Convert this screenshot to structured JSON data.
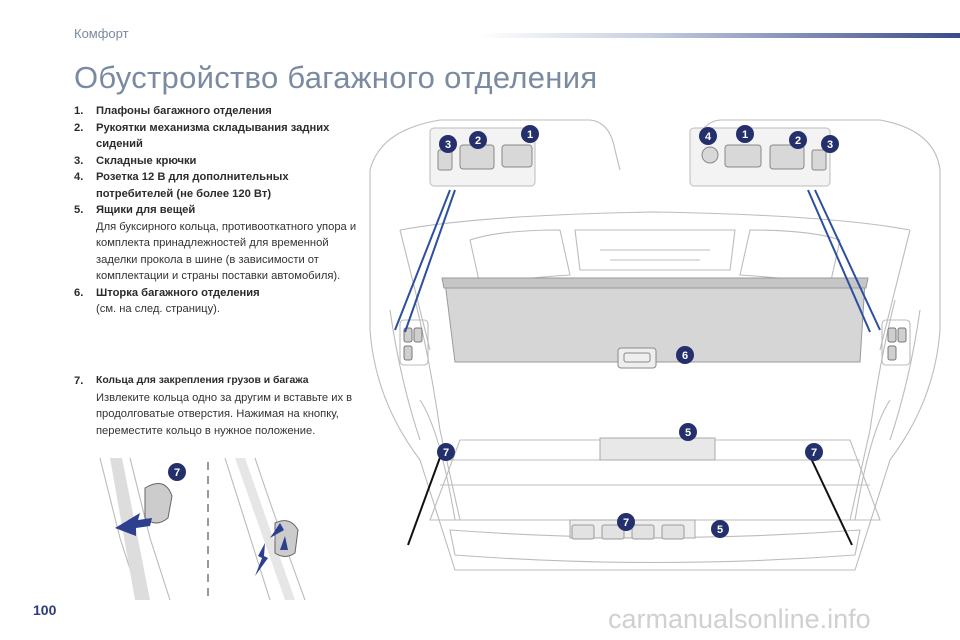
{
  "header": {
    "section": "Комфорт"
  },
  "title": "Обустройство багажного отделения",
  "items": [
    {
      "num": "1.",
      "title": "Плафоны багажного отделения",
      "desc": ""
    },
    {
      "num": "2.",
      "title": "Рукоятки механизма складывания задних сидений",
      "desc": ""
    },
    {
      "num": "3.",
      "title": "Складные крючки",
      "desc": ""
    },
    {
      "num": "4.",
      "title": "Розетка 12 В для дополнительных потребителей (не более 120 Вт)",
      "desc": ""
    },
    {
      "num": "5.",
      "title": "Ящики для вещей",
      "desc": "Для буксирного кольца, противооткатного упора и комплекта принадлежностей для временной заделки прокола в шине (в зависимости от комплектации и страны поставки автомобиля)."
    },
    {
      "num": "6.",
      "title": "Шторка багажного отделения",
      "desc": "(см. на след. страницу)."
    }
  ],
  "item7": {
    "num": "7.",
    "title": "Кольца для закрепления грузов и багажа",
    "desc": "Извлеките кольца одно за другим и вставьте их в продолговатые отверстия. Нажимая на кнопку, переместите кольцо в нужное положение."
  },
  "callouts": {
    "n1": "1",
    "n2": "2",
    "n3": "3",
    "n4": "4",
    "n5": "5",
    "n6": "6",
    "n7": "7"
  },
  "page_number": "100",
  "watermark": "carmanualsonline.info",
  "colors": {
    "accent": "#2c3c7a",
    "callout": "#24306b",
    "title": "#7a8aa0",
    "arrow": "#2d3f8f"
  }
}
